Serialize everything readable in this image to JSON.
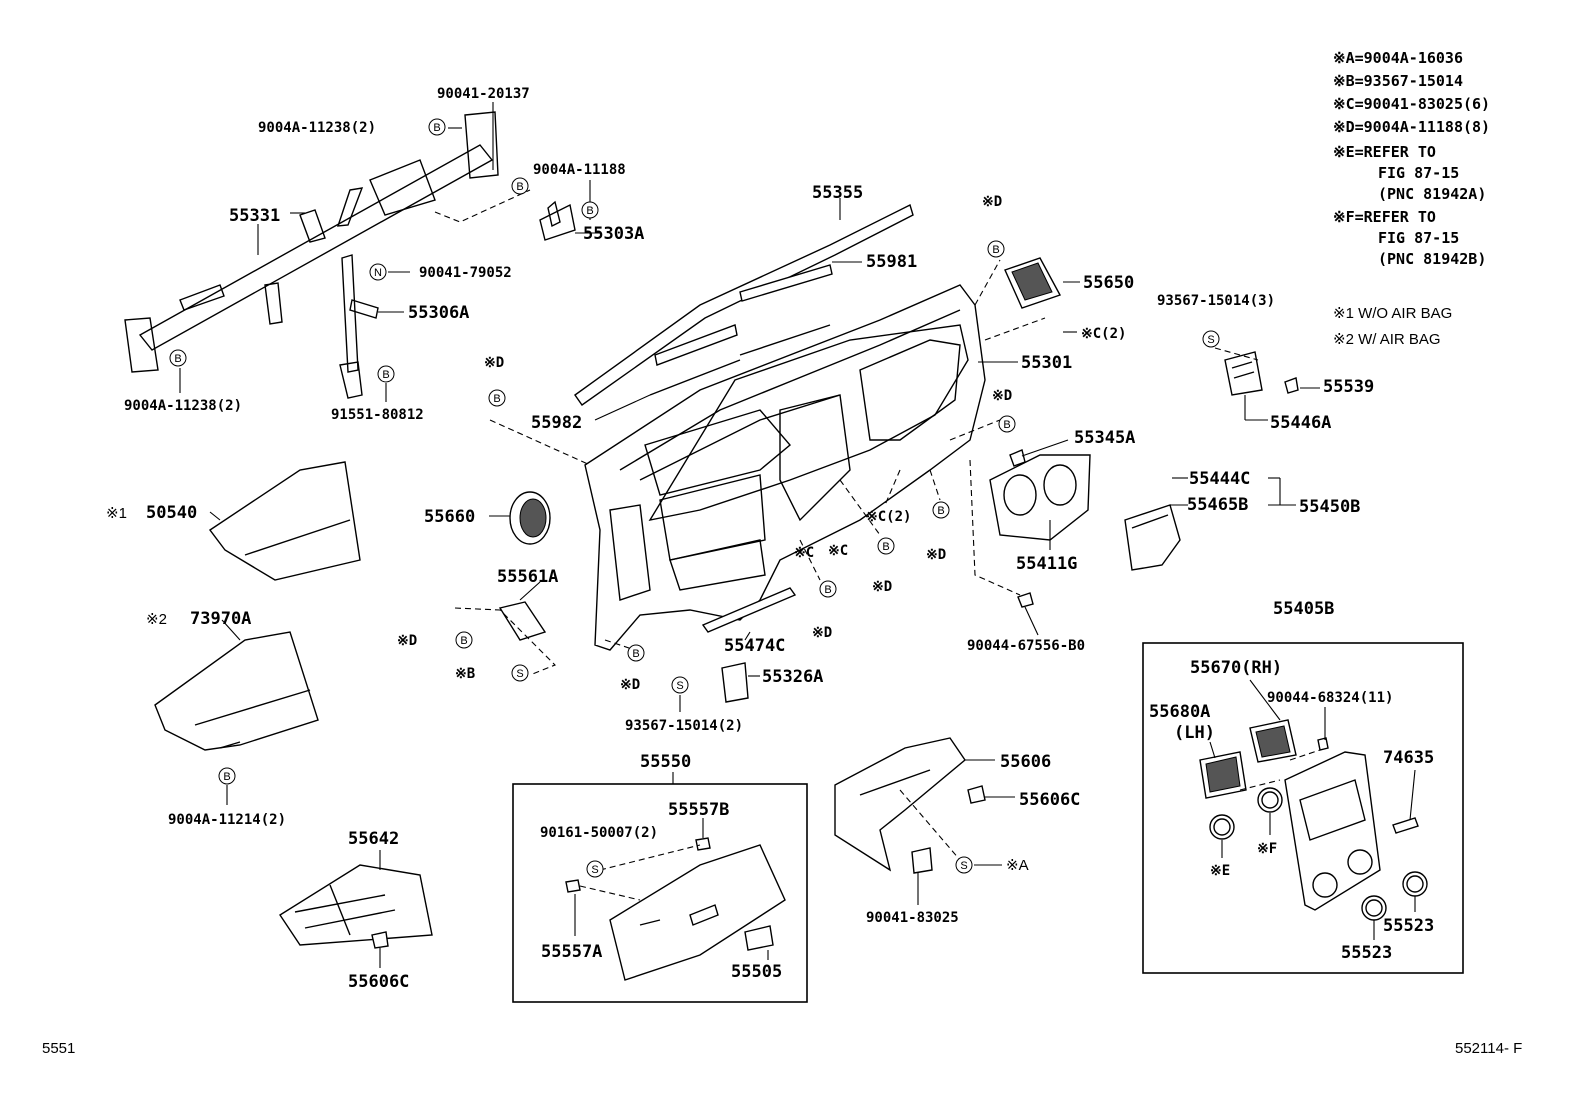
{
  "legend": {
    "a": "※A=9004A-16036",
    "b": "※B=93567-15014",
    "c": "※C=90041-83025(6)",
    "d": "※D=9004A-11188(8)",
    "e1": "※E=REFER TO",
    "e2": "FIG 87-15",
    "e3": "(PNC 81942A)",
    "f1": "※F=REFER TO",
    "f2": "FIG 87-15",
    "f3": "(PNC 81942B)",
    "n1": "※1  W/O AIR BAG",
    "n2": "※2  W/ AIR BAG"
  },
  "markers": {
    "b": "B",
    "s": "S",
    "n": "N"
  },
  "parts": {
    "p55331": "55331",
    "p90041_20137": "90041-20137",
    "p9004A_11238_top": "9004A-11238(2)",
    "p9004A_11238_bot": "9004A-11238(2)",
    "p90041_79052": "90041-79052",
    "p55306A": "55306A",
    "p91551_80812": "91551-80812",
    "p9004A_11188": "9004A-11188",
    "p55303A": "55303A",
    "p55355": "55355",
    "p55981": "55981",
    "p55982": "55982",
    "p55650": "55650",
    "pC2a": "※C(2)",
    "p55301": "55301",
    "p55345A": "55345A",
    "pD_top": "※D",
    "pD_left": "※D",
    "pD_right": "※D",
    "p93567_15014_3": "93567-15014(3)",
    "p55539": "55539",
    "p55446A": "55446A",
    "p55444C": "55444C",
    "p55465B": "55465B",
    "p55450B": "55450B",
    "p50540_note": "※1",
    "p50540": "50540",
    "p55660": "55660",
    "pC2b": "※C(2)",
    "pC_a": "※C",
    "pC_b": "※C",
    "pD_mid1": "※D",
    "pD_mid2": "※D",
    "pD_mid3": "※D",
    "pD_mid4": "※D",
    "p55411G": "55411G",
    "p55561A": "55561A",
    "pD_561": "※D",
    "pB_561": "※B",
    "p55474C": "55474C",
    "p73970A_note": "※2",
    "p73970A": "73970A",
    "pD_low": "※D",
    "p55326A": "55326A",
    "p93567_15014_2": "93567-15014(2)",
    "p90044_67556": "90044-67556-B0",
    "p55405B": "55405B",
    "p55670": "55670(RH)",
    "p90044_68324": "90044-68324(11)",
    "p55680A": "55680A",
    "p55680A_lh": "(LH)",
    "p74635": "74635",
    "pE": "※E",
    "pF": "※F",
    "p55523a": "55523",
    "p55523b": "55523",
    "p9004A_11214": "9004A-11214(2)",
    "p55550": "55550",
    "p55557B": "55557B",
    "p90161_50007": "90161-50007(2)",
    "p55557A": "55557A",
    "p55505": "55505",
    "p55606": "55606",
    "p55606C_r": "55606C",
    "pA_r": "※A",
    "p90041_83025": "90041-83025",
    "p55642": "55642",
    "p55606C_l": "55606C"
  },
  "footer": {
    "left": "5551",
    "right": "552114- F"
  }
}
